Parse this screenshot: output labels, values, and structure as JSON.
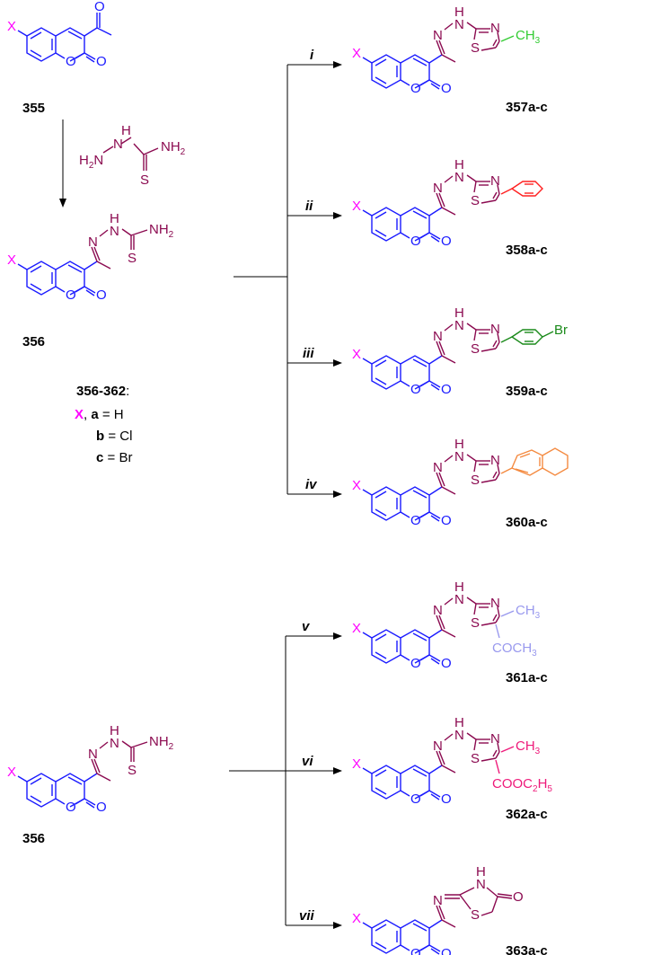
{
  "colors": {
    "coumarin": "#1a1aff",
    "x": "#ff00ff",
    "hydrazone": "#8b0a50",
    "thiazole": "#8b0a50",
    "methyl": "#33cc33",
    "phenyl": "#ff2020",
    "bromophenyl": "#1a8a1a",
    "tetralin": "#f48a40",
    "acetyl": "#9999ee",
    "ester": "#ee1a7a",
    "arrow": "#000000"
  },
  "atoms": {
    "X": "X",
    "O": "O",
    "N": "N",
    "H": "H",
    "S": "S",
    "NH2_N": "NH",
    "NH2_sub": "2",
    "H2N_H": "H",
    "H2N_N": "N",
    "CH3_C": "CH",
    "CH3_sub": "3",
    "Br": "Br",
    "COCH3_A": "COCH",
    "COCH3_sub": "3",
    "ester_a": "COOC",
    "ester_sub1": "2",
    "ester_b": "H",
    "ester_sub2": "5"
  },
  "compounds": {
    "c355": "355",
    "c356": "356",
    "c357": "357a-c",
    "c358": "358a-c",
    "c359": "359a-c",
    "c360": "360a-c",
    "c361": "361a-c",
    "c362": "362a-c",
    "c363": "363a-c"
  },
  "conditions": [
    "i",
    "ii",
    "iii",
    "iv",
    "v",
    "vi",
    "vii"
  ],
  "legend": {
    "title": "356-362",
    "colon": ":",
    "x": "X",
    "comma": ",",
    "rows": [
      {
        "key": "a",
        "value": " = H"
      },
      {
        "key": "b",
        "value": " = Cl"
      },
      {
        "key": "c",
        "value": " = Br"
      }
    ]
  }
}
